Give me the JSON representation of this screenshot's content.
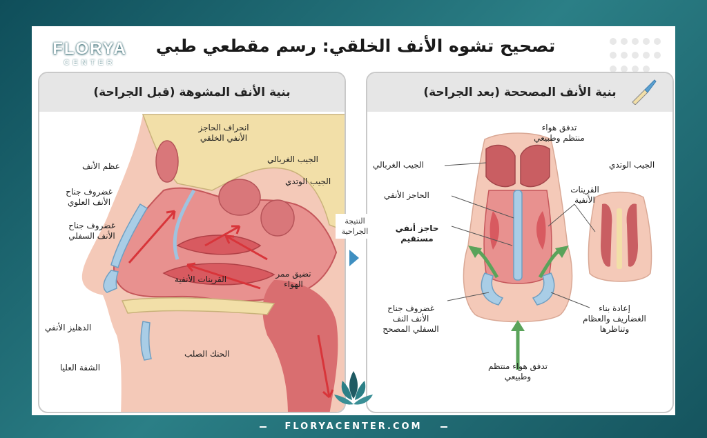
{
  "title": "تصحيح تشوه الأنف الخلقي: رسم مقطعي طبي",
  "logo": {
    "line1": "FLORYA",
    "line2": "CENTER"
  },
  "footer": "FLORYACENTER.COM",
  "middle_label": [
    "النتيجة",
    "الجراحية"
  ],
  "left_panel": {
    "heading": "بنية الأنف المشوهة (قبل الجراحة)",
    "labels": {
      "nasal_bone": "عظم الأنف",
      "upper_cartilage": [
        "غضروف جناح",
        "الأنف العلوي"
      ],
      "lower_cartilage": [
        "غضروف جناح",
        "الأنف السفلي"
      ],
      "vestibule": "الدهليز الأنفي",
      "upper_lip": "الشفة العليا",
      "septum_deviation": [
        "انحراف الحاجز",
        "الأنفي الخلقي"
      ],
      "ethmoid_sinus": "الجيب الغربالي",
      "sphenoid_sinus": "الجيب الوتدي",
      "turbinates": "القرينات الأنفية",
      "airway_narrowing": [
        "تضيق ممر",
        "الهواء"
      ],
      "hard_palate": "الحنك الصلب"
    }
  },
  "right_panel": {
    "heading": "بنية الأنف المصححة (بعد الجراحة)",
    "labels": {
      "airflow_top": [
        "تدفق هواء",
        "منتظم وطبيعي"
      ],
      "ethmoid_sinus": "الجيب الغربالي",
      "sphenoid_sinus": "الجيب الوتدي",
      "septum": "الحاجز الأنفي",
      "turbinates": [
        "القرينات",
        "الأنفية"
      ],
      "straight_septum": [
        "حاجز أنفي",
        "مستقيم"
      ],
      "lower_cartilage": [
        "غضروف جناح",
        "الأنف النف",
        "السفلي المصحح"
      ],
      "rebuild": [
        "إعادة بناء",
        "الغضاريف والعظام",
        "وتناظرها"
      ],
      "airflow_bottom": [
        "تدفق هواء منتظم",
        "وطبيعي"
      ]
    }
  },
  "colors": {
    "tissue_pink": "#e7a3a0",
    "tissue_red": "#cf5a5e",
    "bone": "#f2dfa8",
    "cartilage": "#a9cde6",
    "arrow_red": "#d8353a",
    "arrow_green": "#5aa35a",
    "accent_teal": "#1f5a63"
  }
}
